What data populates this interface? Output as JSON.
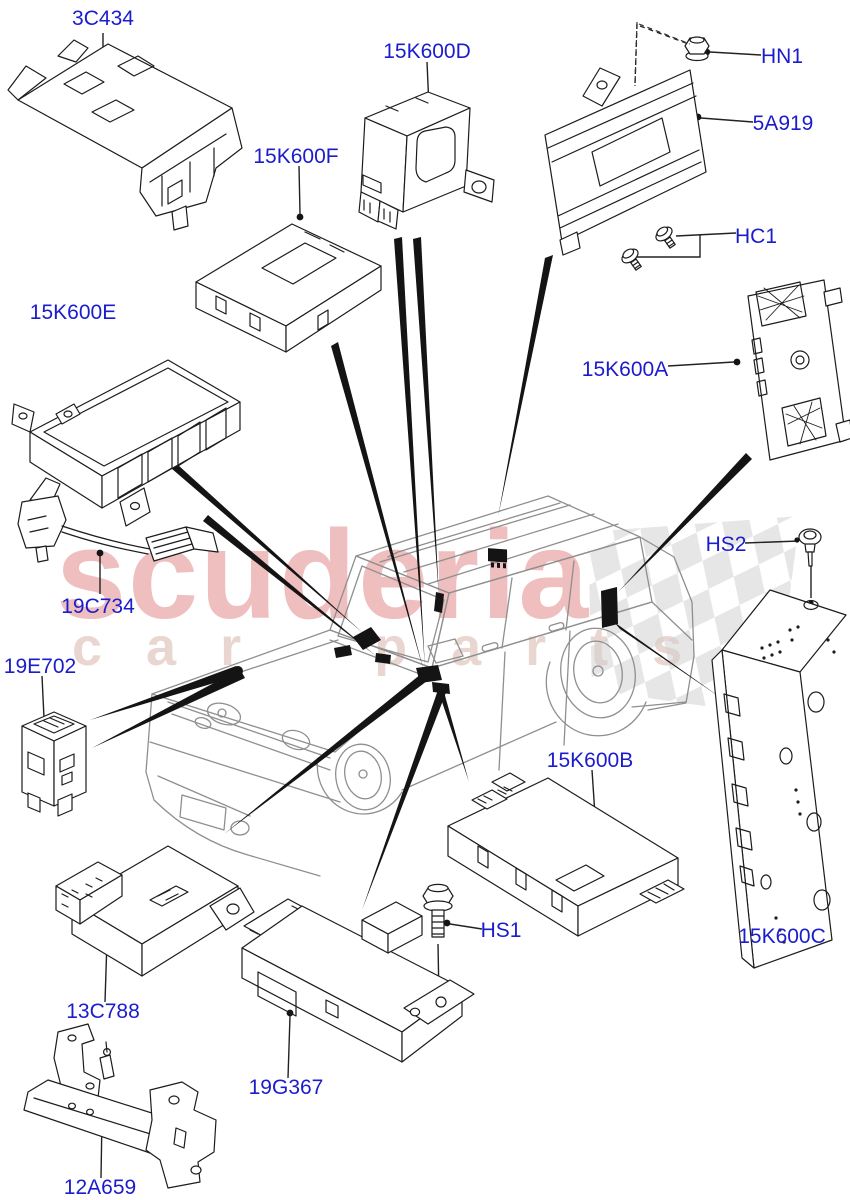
{
  "watermark": {
    "brand": "scuderia",
    "tagline": "car parts"
  },
  "colors": {
    "label": "#1b1ccc",
    "callout_line": "#141414",
    "car_outline": "#8f8f8f",
    "watermark_brand": "#e07f7f",
    "watermark_tagline": "#cf9f94",
    "checkered_flag": "#cdcdcd"
  },
  "parts": [
    {
      "code": "3C434"
    },
    {
      "code": "15K600D"
    },
    {
      "code": "HN1"
    },
    {
      "code": "5A919"
    },
    {
      "code": "15K600F"
    },
    {
      "code": "HC1"
    },
    {
      "code": "15K600E"
    },
    {
      "code": "15K600A"
    },
    {
      "code": "19C734"
    },
    {
      "code": "HS2"
    },
    {
      "code": "19E702"
    },
    {
      "code": "15K600B"
    },
    {
      "code": "HS1"
    },
    {
      "code": "15K600C"
    },
    {
      "code": "13C788"
    },
    {
      "code": "19G367"
    },
    {
      "code": "12A659"
    }
  ]
}
